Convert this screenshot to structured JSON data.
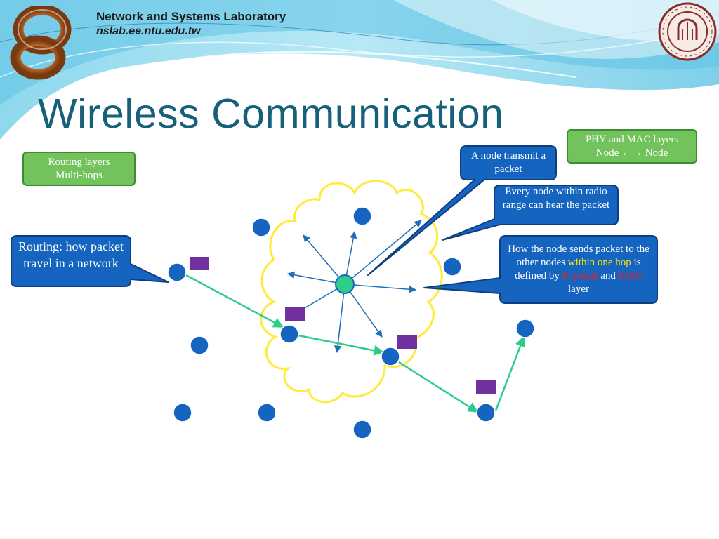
{
  "header": {
    "lab_name": "Network and Systems Laboratory",
    "lab_url": "nslab.ee.ntu.edu.tw"
  },
  "title": "Wireless Communication",
  "boxes": {
    "routing_layers": [
      "Routing layers",
      "Multi-hops"
    ],
    "phy_mac_line1": "PHY and MAC layers",
    "phy_mac_line2": "Node ←→ Node"
  },
  "callouts": {
    "routing": "Routing: how packet travel in a network",
    "transmit": "A node transmit a packet",
    "hear": "Every node within radio range can hear the packet",
    "sends_pre": "How the node sends packet to the other nodes ",
    "sends_within": "within one hop",
    "sends_mid": " is defined by ",
    "sends_physical": "Physical",
    "sends_and": " and ",
    "sends_mac": "MAC",
    "sends_post": " layer"
  },
  "colors": {
    "title": "#17607a",
    "node": "#1565c0",
    "sender": "#2ecc8a",
    "packet": "#7030a0",
    "route": "#2ecc8a",
    "radio_range": "#ffeb3b",
    "green_box": "#72c35c",
    "callout": "#1565c0"
  }
}
